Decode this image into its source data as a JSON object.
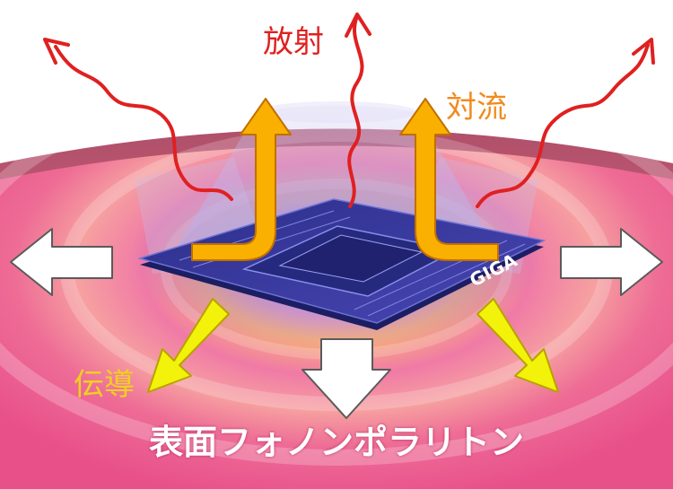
{
  "labels": {
    "radiation": "放射",
    "convection": "対流",
    "conduction": "伝導",
    "surface_phonon_polariton": "表面フォノンポラリトン"
  },
  "chip": {
    "brand_text": "GIGA"
  },
  "colors": {
    "radiation": "#e02020",
    "convection": "#f28a1e",
    "conduction": "#f0d020",
    "spp": "#ffffff",
    "convection_arrow_fill": "#f9b000",
    "conduction_arrow_fill": "#f2f20a",
    "spp_arrow_fill": "#ffffff",
    "surface_pink": "#ef5a8c",
    "chip_blue": "#3a3ca0"
  },
  "icons": {
    "radiation": "wavy-arrow-icon",
    "convection": "upward-bend-arrow-icon",
    "conduction": "diagonal-arrow-icon",
    "spp": "block-arrow-icon"
  }
}
